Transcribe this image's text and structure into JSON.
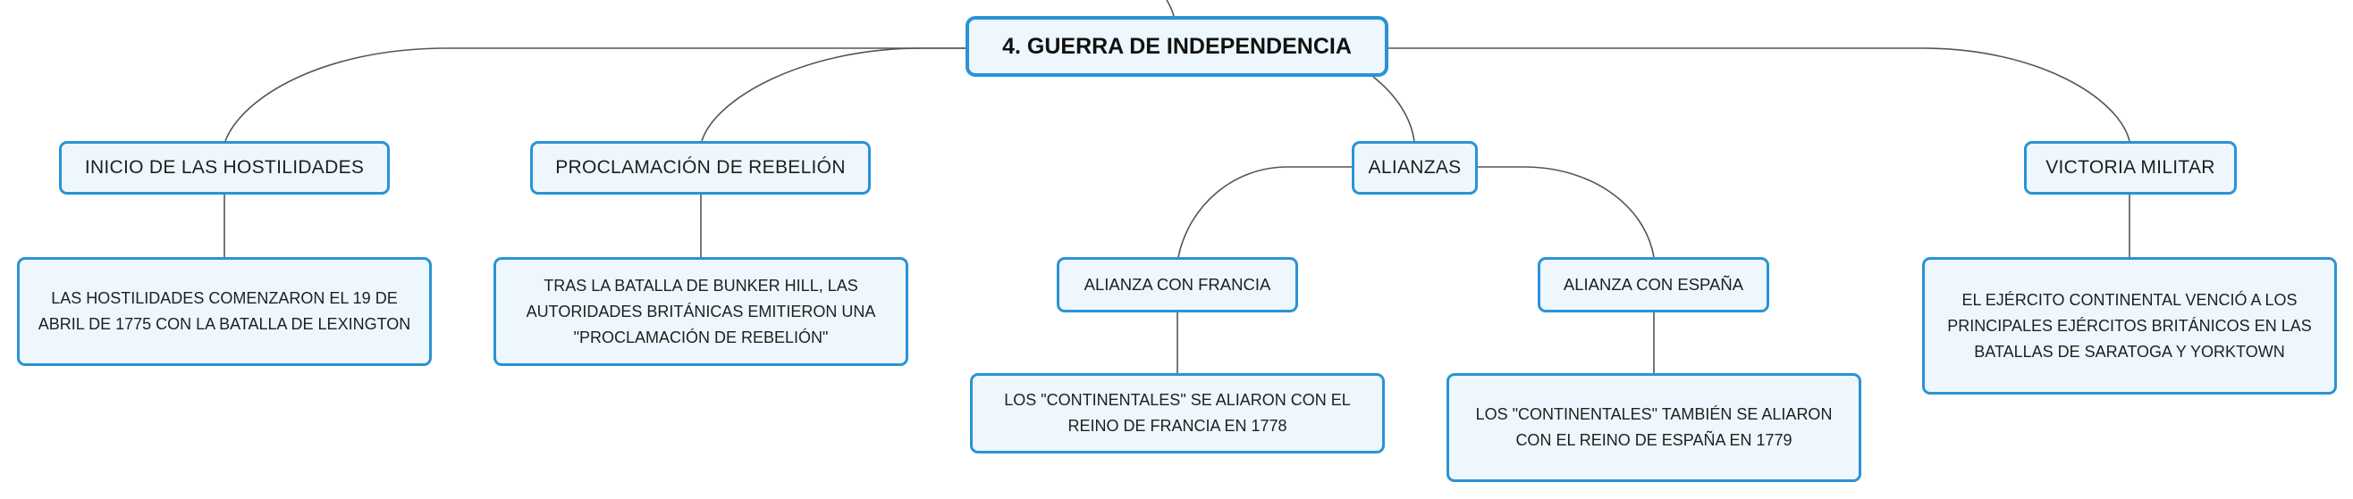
{
  "root": {
    "label": "4. GUERRA DE INDEPENDENCIA"
  },
  "topics": {
    "inicio": "INICIO DE LAS HOSTILIDADES",
    "proclamacion": "PROCLAMACIÓN DE REBELIÓN",
    "alianzas": "ALIANZAS",
    "victoria": "VICTORIA MILITAR"
  },
  "subtopics": {
    "francia": "ALIANZA CON FRANCIA",
    "espana": "ALIANZA CON ESPAÑA"
  },
  "details": {
    "inicio": [
      "LAS HOSTILIDADES COMENZARON EL 19 DE",
      "ABRIL DE 1775 CON LA BATALLA DE LEXINGTON"
    ],
    "proclamacion": [
      "TRAS LA BATALLA DE BUNKER HILL, LAS",
      "AUTORIDADES BRITÁNICAS EMITIERON UNA",
      "\"PROCLAMACIÓN DE REBELIÓN\""
    ],
    "francia": [
      "LOS \"CONTINENTALES\" SE ALIARON CON EL",
      "REINO DE FRANCIA EN 1778"
    ],
    "espana": [
      "LOS \"CONTINENTALES\" TAMBIÉN SE ALIARON",
      "CON EL REINO DE ESPAÑA EN 1779"
    ],
    "victoria": [
      "EL EJÉRCITO CONTINENTAL VENCIÓ A LOS",
      "PRINCIPALES EJÉRCITOS BRITÁNICOS EN LAS",
      "BATALLAS DE SARATOGA Y YORKTOWN"
    ]
  },
  "colors": {
    "border": "#2a93d5",
    "fill": "#eef7fd",
    "line": "#555555"
  }
}
